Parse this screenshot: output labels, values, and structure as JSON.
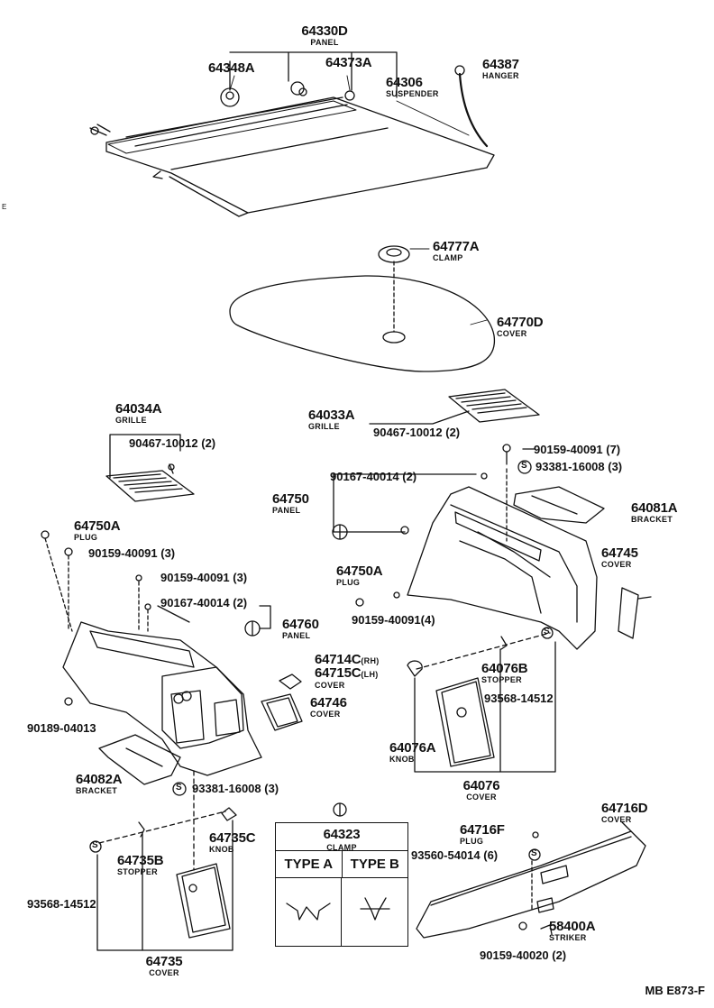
{
  "parts": [
    {
      "id": "p64330D",
      "number": "64330D",
      "name": "PANEL"
    },
    {
      "id": "p64348A",
      "number": "64348A",
      "name": ""
    },
    {
      "id": "p64373A",
      "number": "64373A",
      "name": ""
    },
    {
      "id": "p64306",
      "number": "64306",
      "name": "SUSPENDER"
    },
    {
      "id": "p64387",
      "number": "64387",
      "name": "HANGER"
    },
    {
      "id": "p64777A",
      "number": "64777A",
      "name": "CLAMP"
    },
    {
      "id": "p64770D",
      "number": "64770D",
      "name": "COVER"
    },
    {
      "id": "p64034A",
      "number": "64034A",
      "name": "GRILLE"
    },
    {
      "id": "p90467a",
      "number": "90467-10012 (2)",
      "name": ""
    },
    {
      "id": "p64033A",
      "number": "64033A",
      "name": "GRILLE"
    },
    {
      "id": "p90467b",
      "number": "90467-10012 (2)",
      "name": ""
    },
    {
      "id": "p90159_7",
      "number": "90159-40091 (7)",
      "name": ""
    },
    {
      "id": "p93381a",
      "number": "93381-16008 (3)",
      "name": ""
    },
    {
      "id": "p90167a",
      "number": "90167-40014 (2)",
      "name": ""
    },
    {
      "id": "p64750",
      "number": "64750",
      "name": "PANEL"
    },
    {
      "id": "p64081A",
      "number": "64081A",
      "name": "BRACKET"
    },
    {
      "id": "p64745",
      "number": "64745",
      "name": "COVER"
    },
    {
      "id": "p64750Aa",
      "number": "64750A",
      "name": "PLUG"
    },
    {
      "id": "p90159_3a",
      "number": "90159-40091 (3)",
      "name": ""
    },
    {
      "id": "p90159_3b",
      "number": "90159-40091 (3)",
      "name": ""
    },
    {
      "id": "p90167b",
      "number": "90167-40014 (2)",
      "name": ""
    },
    {
      "id": "p64760",
      "number": "64760",
      "name": "PANEL"
    },
    {
      "id": "p64750Ab",
      "number": "64750A",
      "name": "PLUG"
    },
    {
      "id": "p90159_4",
      "number": "90159-40091(4)",
      "name": ""
    },
    {
      "id": "p64714C",
      "number": "64714C",
      "name": ""
    },
    {
      "id": "p64715C",
      "number": "64715C",
      "name": "COVER"
    },
    {
      "id": "p64746",
      "number": "64746",
      "name": "COVER"
    },
    {
      "id": "p64076B",
      "number": "64076B",
      "name": "STOPPER"
    },
    {
      "id": "p93568a",
      "number": "93568-14512",
      "name": ""
    },
    {
      "id": "p90189",
      "number": "90189-04013",
      "name": ""
    },
    {
      "id": "p64082A",
      "number": "64082A",
      "name": "BRACKET"
    },
    {
      "id": "p93381b",
      "number": "93381-16008 (3)",
      "name": ""
    },
    {
      "id": "p64076A",
      "number": "64076A",
      "name": "KNOB"
    },
    {
      "id": "p64076",
      "number": "64076",
      "name": "COVER"
    },
    {
      "id": "p64735C",
      "number": "64735C",
      "name": "KNOB"
    },
    {
      "id": "p64735B",
      "number": "64735B",
      "name": "STOPPER"
    },
    {
      "id": "p93568b",
      "number": "93568-14512",
      "name": ""
    },
    {
      "id": "p64735",
      "number": "64735",
      "name": "COVER"
    },
    {
      "id": "p64716D",
      "number": "64716D",
      "name": "COVER"
    },
    {
      "id": "p64716F",
      "number": "64716F",
      "name": "PLUG"
    },
    {
      "id": "p93560",
      "number": "93560-54014 (6)",
      "name": ""
    },
    {
      "id": "p58400A",
      "number": "58400A",
      "name": "STRIKER"
    },
    {
      "id": "p90159_2",
      "number": "90159-40020 (2)",
      "name": ""
    }
  ],
  "suffix_rh": "(RH)",
  "suffix_lh": "(LH)",
  "clamp_box": {
    "number": "64323",
    "name": "CLAMP",
    "col_a": "TYPE A",
    "col_b": "TYPE B"
  },
  "s_mark": "S",
  "left_edge_mark": "E",
  "drawing_ref": "MB E873-F"
}
